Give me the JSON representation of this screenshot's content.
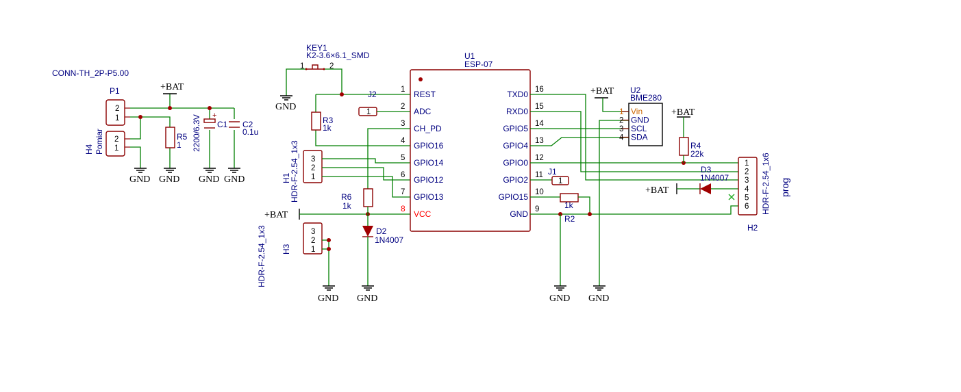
{
  "components": {
    "p1": {
      "ref": "P1",
      "value": "CONN-TH_2P-P5.00",
      "pins": [
        "2",
        "1"
      ]
    },
    "h4": {
      "ref": "H4",
      "value": "Pomiar",
      "pins": [
        "2",
        "1"
      ]
    },
    "r5": {
      "ref": "R5",
      "value": "1"
    },
    "c1": {
      "ref": "C1",
      "value": "2200/6.3V",
      "polarity": "+"
    },
    "c2": {
      "ref": "C2",
      "value": "0.1u"
    },
    "key1": {
      "ref": "KEY1",
      "value": "K2-3.6×6.1_SMD",
      "pin1": "1",
      "pin2": "2"
    },
    "j2": {
      "ref": "J2"
    },
    "r3": {
      "ref": "R3",
      "value": "1k"
    },
    "adc_jumper": {
      "label": "1"
    },
    "h1": {
      "ref": "H1",
      "value": "HDR-F-2.54_1x3",
      "pins": [
        "3",
        "2",
        "1"
      ]
    },
    "r6": {
      "ref": "R6",
      "value": "1k"
    },
    "d2": {
      "ref": "D2",
      "value": "1N4007"
    },
    "h3": {
      "ref": "H3",
      "value": "HDR-F-2.54_1x3",
      "pins": [
        "3",
        "2",
        "1"
      ]
    },
    "u1": {
      "ref": "U1",
      "value": "ESP-07",
      "left_pins": [
        {
          "num": "1",
          "name": "REST"
        },
        {
          "num": "2",
          "name": "ADC"
        },
        {
          "num": "3",
          "name": "CH_PD"
        },
        {
          "num": "4",
          "name": "GPIO16"
        },
        {
          "num": "5",
          "name": "GPIO14"
        },
        {
          "num": "6",
          "name": "GPIO12"
        },
        {
          "num": "7",
          "name": "GPIO13"
        },
        {
          "num": "8",
          "name": "VCC"
        }
      ],
      "right_pins": [
        {
          "num": "16",
          "name": "TXD0"
        },
        {
          "num": "15",
          "name": "RXD0"
        },
        {
          "num": "14",
          "name": "GPIO5"
        },
        {
          "num": "13",
          "name": "GPIO4"
        },
        {
          "num": "12",
          "name": "GPIO0"
        },
        {
          "num": "11",
          "name": "GPIO2"
        },
        {
          "num": "10",
          "name": "GPIO15"
        },
        {
          "num": "9",
          "name": "GND"
        }
      ]
    },
    "j1": {
      "ref": "J1",
      "label": "1"
    },
    "r2": {
      "ref": "R2",
      "value": "1k"
    },
    "u2": {
      "ref": "U2",
      "value": "BME280",
      "pins": [
        {
          "num": "1",
          "name": "Vin"
        },
        {
          "num": "2",
          "name": "GND"
        },
        {
          "num": "3",
          "name": "SCL"
        },
        {
          "num": "4",
          "name": "SDA"
        }
      ]
    },
    "r4": {
      "ref": "R4",
      "value": "22k"
    },
    "d3": {
      "ref": "D3",
      "value": "1N4007"
    },
    "h2": {
      "ref": "H2",
      "value": "HDR-F-2.54_1x6",
      "label": "prog",
      "pins": [
        "1",
        "2",
        "3",
        "4",
        "5",
        "6"
      ]
    }
  },
  "nets": {
    "gnd": "GND",
    "bat": "+BAT"
  },
  "colors": {
    "wire": "#007f00",
    "component": "#8b0000",
    "designator": "#000080",
    "power_pin": "#ff0000",
    "junction": "#a00000",
    "no_connect": "#22aa22"
  }
}
